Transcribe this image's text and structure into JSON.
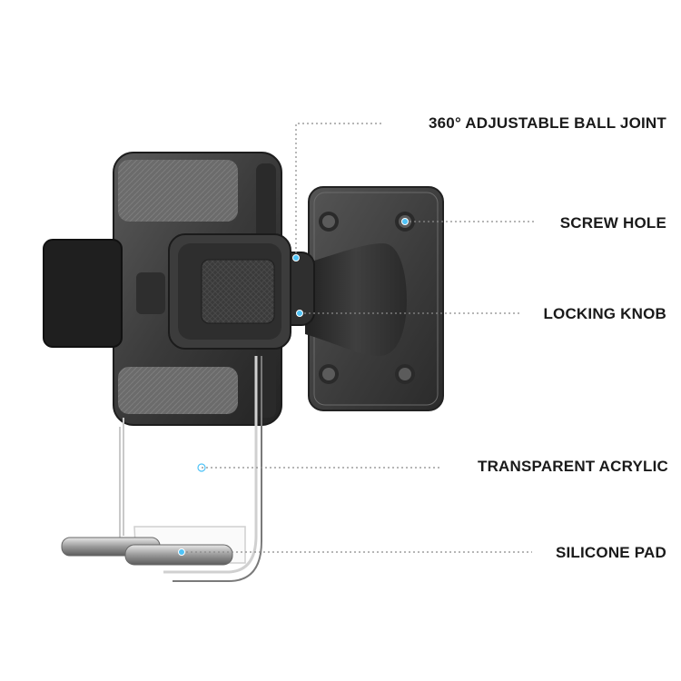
{
  "callouts": {
    "ball_joint": "360° ADJUSTABLE BALL JOINT",
    "screw_hole": "SCREW HOLE",
    "locking_knob": "LOCKING KNOB",
    "transparent_acrylic": "TRANSPARENT ACRYLIC",
    "silicone_pad": "SILICONE PAD"
  },
  "colors": {
    "leader_line": "#8a8a8a",
    "marker_dot": "#4fc3f7",
    "product_dark": "#2b2b2b",
    "product_mid": "#4a4a4a"
  }
}
